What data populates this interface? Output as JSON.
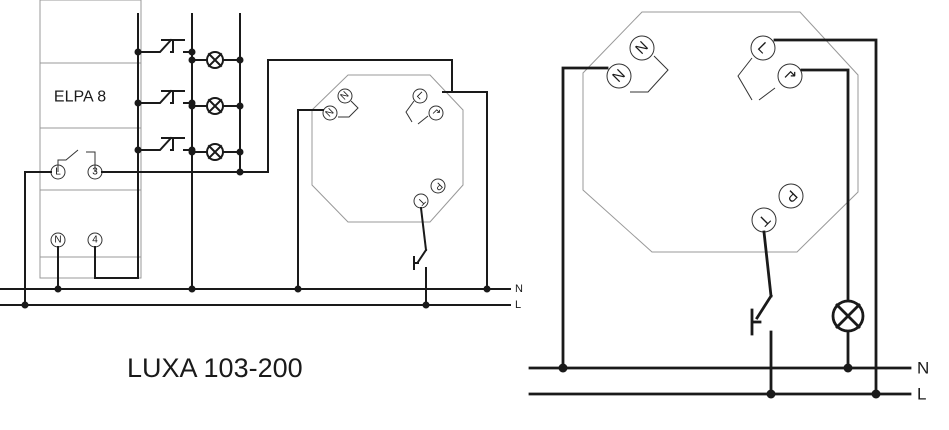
{
  "left_diagram": {
    "relay_name": "ELPA 8",
    "relay_terminals": {
      "l": "L",
      "out3": "3",
      "n": "N",
      "in4": "4"
    },
    "sensor_terminals": {
      "n1": "N",
      "n2": "N",
      "l": "L",
      "out": "↱",
      "p": "P",
      "t": "T"
    },
    "bus_labels": {
      "n": "N",
      "l": "L"
    },
    "caption": "LUXA 103-200"
  },
  "right_diagram": {
    "sensor_terminals": {
      "n1": "N",
      "n2": "N",
      "l": "L",
      "out": "↱",
      "p": "P",
      "t": "T"
    },
    "bus_labels": {
      "n": "N",
      "l": "L"
    }
  }
}
